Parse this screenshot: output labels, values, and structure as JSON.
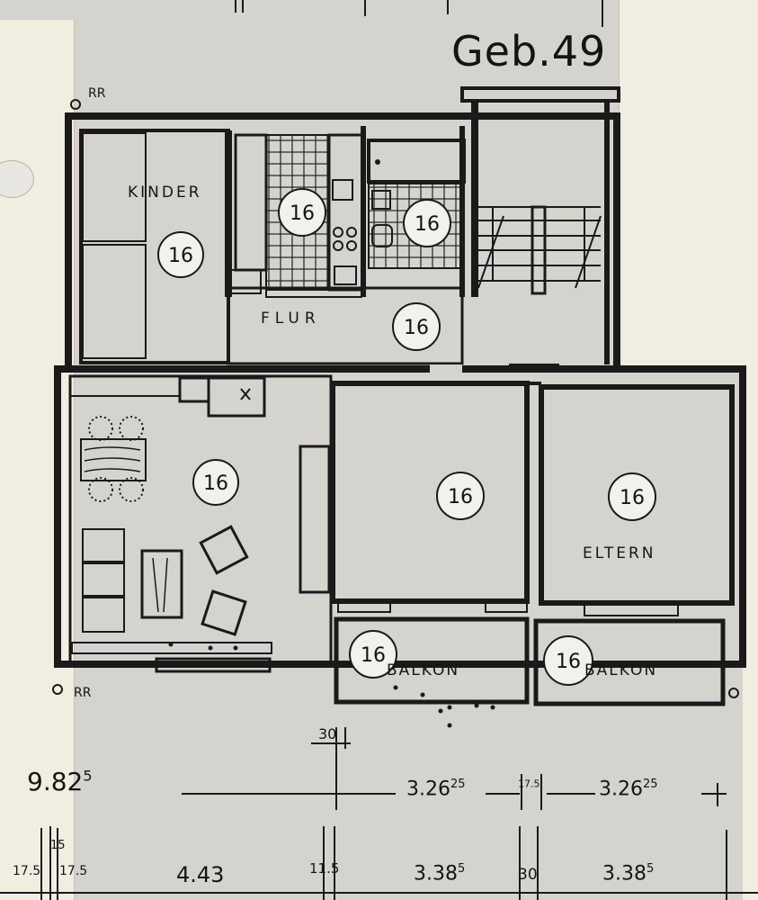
{
  "title": "Geb.49",
  "markers": {
    "top_left": "RR",
    "bottom_left": "RR"
  },
  "rooms": [
    {
      "label": "KINDER",
      "number": "16"
    },
    {
      "label": "",
      "number": "16"
    },
    {
      "label": "",
      "number": "16"
    },
    {
      "label": "FLUR",
      "number": "16"
    },
    {
      "label": "",
      "number": "16"
    },
    {
      "label": "",
      "number": "16"
    },
    {
      "label": "ELTERN",
      "number": "16"
    },
    {
      "label": "BALKON",
      "number": "16"
    },
    {
      "label": "BALKON",
      "number": "16"
    }
  ],
  "dimensions": {
    "wall_30_top": "30",
    "overall": {
      "main": "9.82",
      "sup": "5"
    },
    "row1": [
      {
        "main": "3.26",
        "sup": "25"
      },
      {
        "main": "",
        "sup": "17.5"
      },
      {
        "main": "3.26",
        "sup": "25"
      }
    ],
    "row2": [
      {
        "main": "",
        "sup": "17.5"
      },
      {
        "main": "",
        "sup": "17.5"
      },
      {
        "main": "",
        "sup": "15"
      },
      {
        "main": "4.43",
        "sup": ""
      },
      {
        "main": "",
        "sup": "11.5"
      },
      {
        "main": "3.38",
        "sup": "5"
      },
      {
        "main": "30",
        "sup": ""
      },
      {
        "main": "3.38",
        "sup": "5"
      }
    ]
  }
}
